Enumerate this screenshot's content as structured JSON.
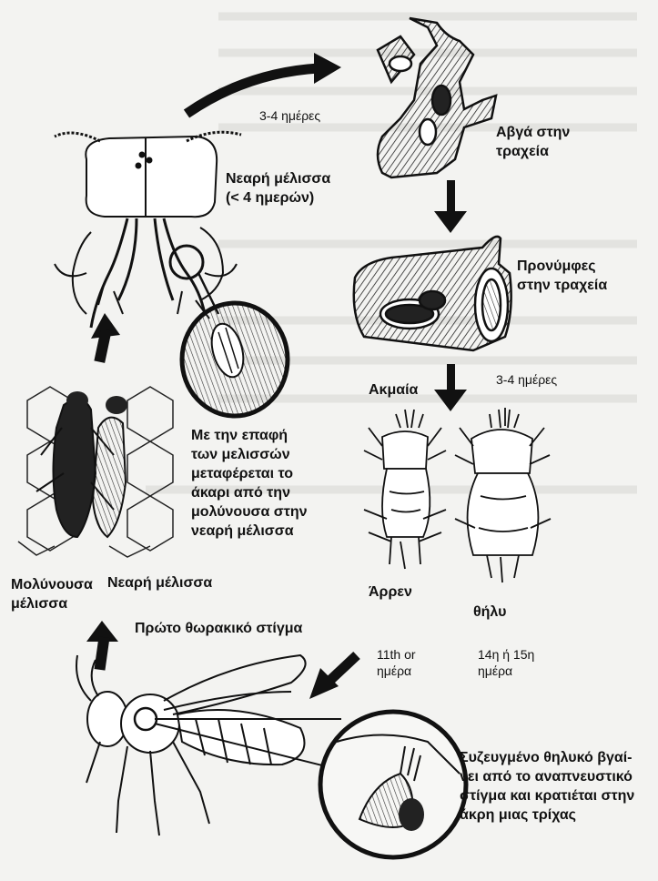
{
  "labels": {
    "days_1": "3-4 ημέρες",
    "eggs": "Αβγά στην\nτραχεία",
    "young_bee": "Νεαρή μέλισσα\n(< 4 ημερών)",
    "larvae": "Προνύμφες\nστην τραχεία",
    "days_2": "3-4 ημέρες",
    "adults": "Ακμαία",
    "transfer": "Με την επαφή\nτων μελισσών\nμεταφέρεται το\nάκαρι από την\nμολύνουσα στην\nνεαρή μέλισσα",
    "infected_bee": "Μολύνουσα\nμέλισσα",
    "young_bee_2": "Νεαρή μέλισσα",
    "male": "Άρρεν",
    "female": "θήλυ",
    "spiracle": "Πρώτο θωρακικό στίγμα",
    "male_day": "11th or\nημέρα",
    "female_day": "14η ή 15η\nημέρα",
    "emerges": "Συζευγμένο θηλυκό βγαί-\nνει από το αναπνευστικό\nστίγμα και κρατιέται στην\nάκρη μιας τρίχας"
  }
}
